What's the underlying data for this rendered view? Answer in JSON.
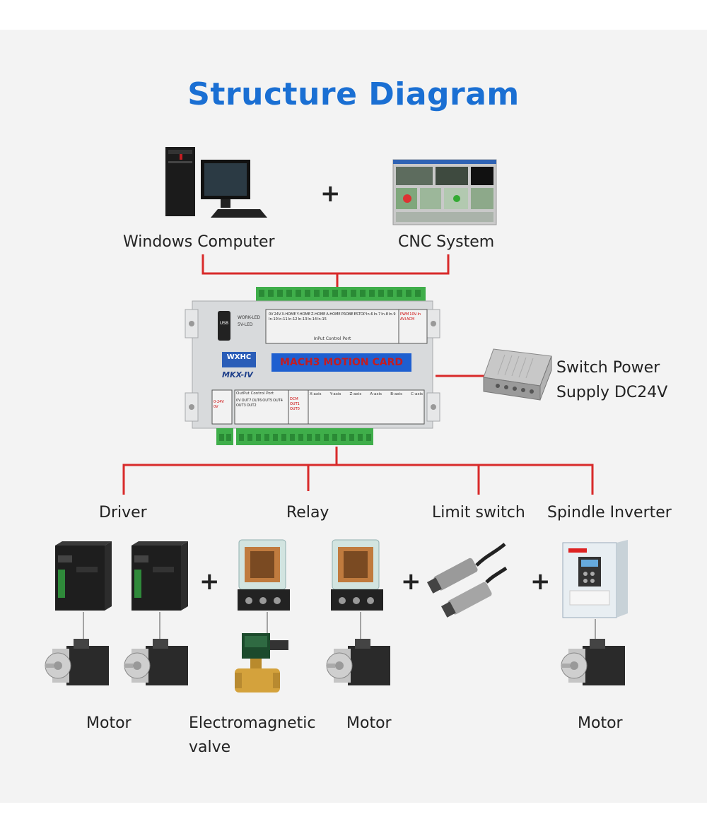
{
  "title": "Structure Diagram",
  "top_items": {
    "computer_label": "Windows Computer",
    "cnc_label": "CNC System",
    "plus": "+"
  },
  "card": {
    "brand": "WXHC",
    "model": "MKX-IV",
    "name": "MACH3 MOTION CARD",
    "usb": "USB",
    "work_led": "WORK-LED",
    "led_5v": "5V-LED",
    "input_port": "InPut Control Port",
    "output_port": "OutPut Control Port",
    "input_pins": [
      "0V",
      "24V",
      "X-HOME",
      "Y-HOME",
      "Z-HOME",
      "A-HOME",
      "PROBE",
      "ESTOP",
      "In-6",
      "In-7",
      "In-8",
      "In-9",
      "In-10",
      "In-11",
      "In-12",
      "In-13",
      "In-14",
      "In-15"
    ],
    "spindle_pins": [
      "PWM",
      "10V-In",
      "AVI",
      "ACM"
    ],
    "power_pins": [
      "0-24V",
      "0V"
    ],
    "output_pins": [
      "0V",
      "OUT7",
      "OUT6",
      "OUT5",
      "OUT4",
      "OUT3",
      "OUT2"
    ],
    "dcm_pins": [
      "DCM",
      "OUT1",
      "OUT0"
    ],
    "axis_names": [
      "X-axis",
      "Y-axis",
      "Z-axis",
      "A-axis",
      "B-axis",
      "C-axis"
    ]
  },
  "power_supply": {
    "line1": "Switch Power",
    "line2": "Supply DC24V"
  },
  "branches": {
    "driver": "Driver",
    "relay": "Relay",
    "limit_switch": "Limit switch",
    "spindle_inverter": "Spindle Inverter"
  },
  "bottom_labels": {
    "motor_1": "Motor",
    "valve_line1": "Electromagnetic",
    "valve_line2": "valve",
    "motor_2": "Motor",
    "motor_3": "Motor"
  },
  "colors": {
    "title": "#1a6fd3",
    "connector_line": "#d82a2a",
    "terminal_green": "#3fae4a",
    "card_label_blue": "#1e5fd0",
    "panel": "#f3f3f3"
  }
}
